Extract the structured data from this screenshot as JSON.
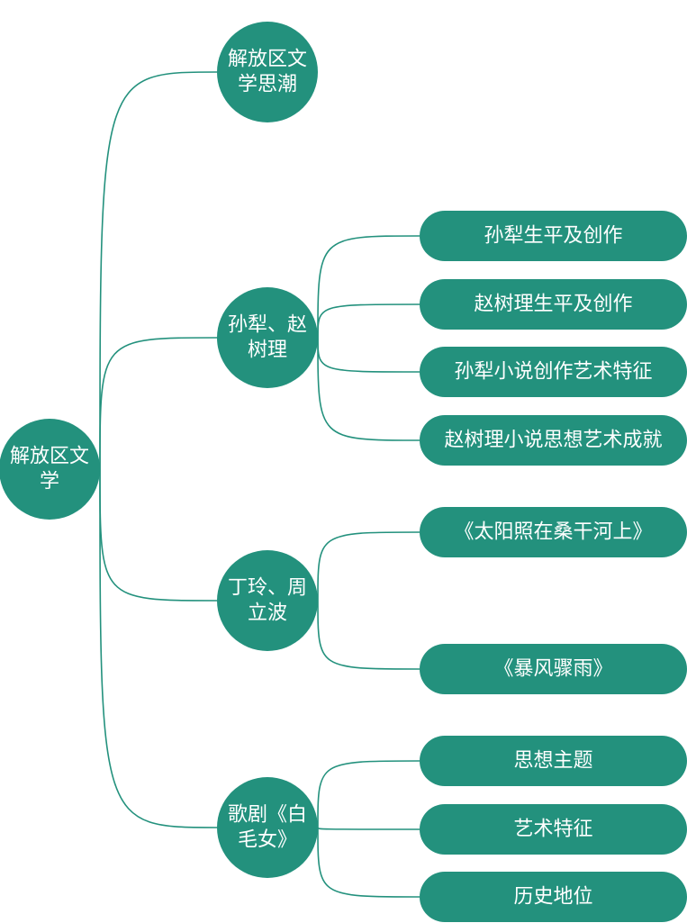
{
  "colors": {
    "node_fill": "#23917d",
    "connector": "#23917d",
    "text": "#ffffff",
    "background": "#ffffff"
  },
  "root": {
    "label_lines": [
      "解放区文",
      "学"
    ]
  },
  "branches": [
    {
      "label_lines": [
        "解放区文",
        "学思潮"
      ],
      "children": []
    },
    {
      "label_lines": [
        "孙犁、赵",
        "树理"
      ],
      "children": [
        {
          "label": "孙犁生平及创作"
        },
        {
          "label": "赵树理生平及创作"
        },
        {
          "label": "孙犁小说创作艺术特征"
        },
        {
          "label": "赵树理小说思想艺术成就"
        }
      ]
    },
    {
      "label_lines": [
        "丁玲、周",
        "立波"
      ],
      "children": [
        {
          "label": "《太阳照在桑干河上》"
        },
        {
          "label": "《暴风骤雨》"
        }
      ]
    },
    {
      "label_lines": [
        "歌剧《白",
        "毛女》"
      ],
      "children": [
        {
          "label": "思想主题"
        },
        {
          "label": "艺术特征"
        },
        {
          "label": "历史地位"
        }
      ]
    }
  ]
}
